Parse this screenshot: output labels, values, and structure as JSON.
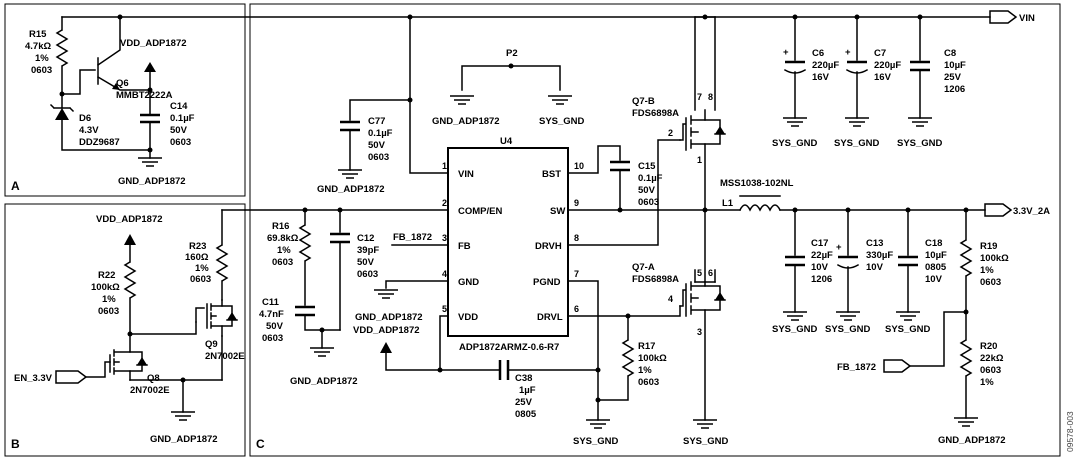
{
  "panels": {
    "a": "A",
    "b": "B",
    "c": "C"
  },
  "figure_id": "09578-003",
  "nets": {
    "vin": "VIN",
    "out": "3.3V_2A",
    "en": "EN_3.3V",
    "fb_in": "FB_1872",
    "fb_ic": "FB_1872",
    "vdd_a": "VDD_ADP1872",
    "vdd_b": "VDD_ADP1872",
    "vdd_c": "VDD_ADP1872",
    "vdd_c_label": "VDD_ADP1872"
  },
  "grounds": {
    "gnd_adp": "GND_ADP1872",
    "sys_gnd": "SYS_GND"
  },
  "ic": {
    "ref": "U4",
    "part": "ADP1872ARMZ-0.6-R7",
    "pins_left": [
      {
        "num": "1",
        "name": "VIN"
      },
      {
        "num": "2",
        "name": "COMP/EN"
      },
      {
        "num": "3",
        "name": "FB"
      },
      {
        "num": "4",
        "name": "GND"
      },
      {
        "num": "5",
        "name": "VDD"
      }
    ],
    "pins_right": [
      {
        "num": "10",
        "name": "BST"
      },
      {
        "num": "9",
        "name": "SW"
      },
      {
        "num": "8",
        "name": "DRVH"
      },
      {
        "num": "7",
        "name": "PGND"
      },
      {
        "num": "6",
        "name": "DRVL"
      }
    ]
  },
  "components": {
    "R15": [
      "R15",
      "4.7kΩ",
      "1%",
      "0603"
    ],
    "Q6": [
      "Q6",
      "MMBT2222A"
    ],
    "D6": [
      "D6",
      "4.3V",
      "DDZ9687"
    ],
    "C14": [
      "C14",
      "0.1µF",
      "50V",
      "0603"
    ],
    "R22": [
      "R22",
      "100kΩ",
      "1%",
      "0603"
    ],
    "R23": [
      "R23",
      "160Ω",
      "1%",
      "0603"
    ],
    "Q9": [
      "Q9",
      "2N7002E"
    ],
    "Q8": [
      "Q8",
      "2N7002E"
    ],
    "C77": [
      "C77",
      "0.1µF",
      "50V",
      "0603"
    ],
    "P2": [
      "P2"
    ],
    "R16": [
      "R16",
      "69.8kΩ",
      "1%",
      "0603"
    ],
    "C12": [
      "C12",
      "39pF",
      "50V",
      "0603"
    ],
    "C11": [
      "C11",
      "4.7nF",
      "50V",
      "0603"
    ],
    "C15": [
      "C15",
      "0.1µF",
      "50V",
      "0603"
    ],
    "C38": [
      "C38",
      "1µF",
      "25V",
      "0805"
    ],
    "R17": [
      "R17",
      "100kΩ",
      "1%",
      "0603"
    ],
    "Q7B": [
      "Q7-B",
      "FDS6898A"
    ],
    "Q7A": [
      "Q7-A",
      "FDS6898A"
    ],
    "L1": [
      "L1",
      "MSS1038-102NL"
    ],
    "C6": [
      "C6",
      "220µF",
      "16V"
    ],
    "C7": [
      "C7",
      "220µF",
      "16V"
    ],
    "C8": [
      "C8",
      "10µF",
      "25V",
      "1206"
    ],
    "C17": [
      "C17",
      "22µF",
      "10V",
      "1206"
    ],
    "C13": [
      "C13",
      "330µF",
      "10V"
    ],
    "C18": [
      "C18",
      "10µF",
      "0805",
      "10V"
    ],
    "R19": [
      "R19",
      "100kΩ",
      "1%",
      "0603"
    ],
    "R20": [
      "R20",
      "22kΩ",
      "0603",
      "1%"
    ]
  },
  "q7b_pins": [
    "7",
    "8",
    "2",
    "1"
  ],
  "q7a_pins": [
    "5",
    "6",
    "4",
    "3"
  ],
  "polarity_mark": "+"
}
